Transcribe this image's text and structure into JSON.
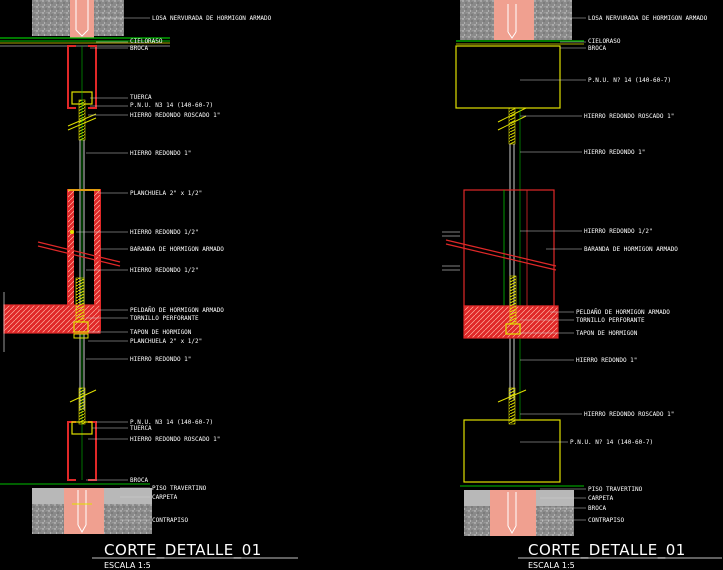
{
  "colors": {
    "background": "#000000",
    "red": "#e02828",
    "yellow": "#e0e000",
    "green": "#00c000",
    "white": "#ffffff",
    "gray": "#b8b8b8",
    "salmon": "#f0a090",
    "leader": "#d0d0d0"
  },
  "left": {
    "labels": [
      "LOSA NERVURADA DE HORMIGON ARMADO",
      "CIELORASO",
      "BROCA",
      "TUERCA",
      "P.N.U. N3 14 (140-60-7)",
      "HIERRO REDONDO ROSCADO 1\"",
      "HIERRO REDONDO 1\"",
      "PLANCHUELA 2\" x 1/2\"",
      "HIERRO REDONDO 1/2\"",
      "BARANDA DE HORMIGON ARMADO",
      "HIERRO REDONDO 1/2\"",
      "PELDAÑO DE HORMIGON ARMADO",
      "TORNILLO PERFORANTE",
      "TAPON DE HORMIGON",
      "PLANCHUELA 2\" x 1/2\"",
      "HIERRO REDONDO 1\"",
      "P.N.U. N3 14 (140-60-7)",
      "TUERCA",
      "HIERRO REDONDO ROSCADO 1\"",
      "BROCA",
      "PISO TRAVERTINO",
      "CARPETA",
      "CONTRAPISO"
    ],
    "title": "CORTE_DETALLE_01",
    "scale": "ESCALA 1:5"
  },
  "right": {
    "labels": [
      "LOSA NERVURADA DE HORMIGON ARMADO",
      "CIELORASO",
      "BROCA",
      "P.N.U. N? 14 (140-60-7)",
      "HIERRO REDONDO ROSCADO 1\"",
      "HIERRO REDONDO 1\"",
      "HIERRO REDONDO 1/2\"",
      "BARANDA DE HORMIGON ARMADO",
      "PELDAÑO DE HORMIGON ARMADO",
      "TORNILLO PERFORANTE",
      "TAPON DE HORMIGON",
      "HIERRO REDONDO 1\"",
      "HIERRO REDONDO ROSCADO 1\"",
      "P.N.U. N? 14 (140-60-7)",
      "PISO TRAVERTINO",
      "CARPETA",
      "BROCA",
      "CONTRAPISO"
    ],
    "title": "CORTE_DETALLE_01",
    "scale": "ESCALA 1:5"
  }
}
